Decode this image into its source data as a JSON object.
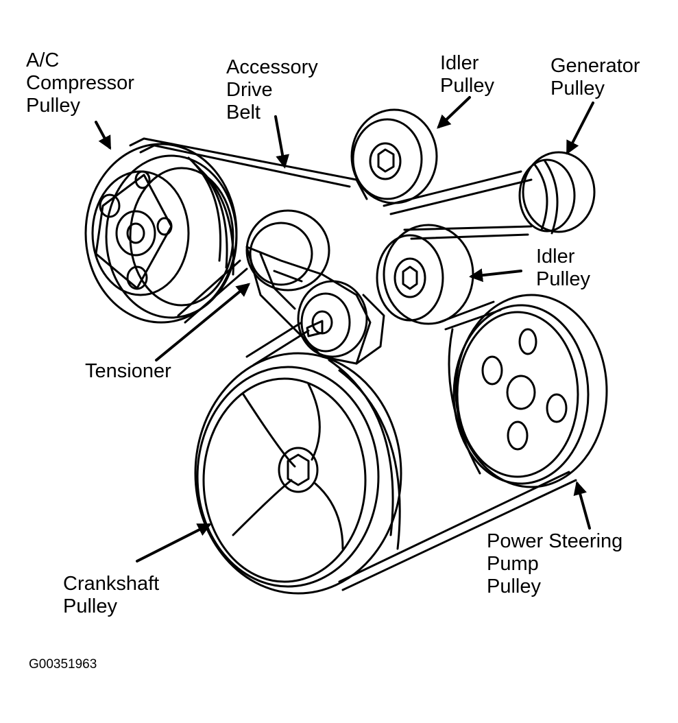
{
  "labels": {
    "ac_compressor_pulley": [
      "A/C",
      "Compressor",
      "Pulley"
    ],
    "accessory_drive_belt": [
      "Accessory",
      "Drive",
      "Belt"
    ],
    "idler_pulley_top": [
      "Idler",
      "Pulley"
    ],
    "generator_pulley": [
      "Generator",
      "Pulley"
    ],
    "idler_pulley_mid": [
      "Idler",
      "Pulley"
    ],
    "tensioner": [
      "Tensioner"
    ],
    "crankshaft_pulley": [
      "Crankshaft",
      "Pulley"
    ],
    "power_steering_pump_pulley": [
      "Power Steering",
      "Pump",
      "Pulley"
    ]
  },
  "figure_id": "G00351963",
  "colors": {
    "ink": "#000000",
    "paper": "#ffffff"
  }
}
